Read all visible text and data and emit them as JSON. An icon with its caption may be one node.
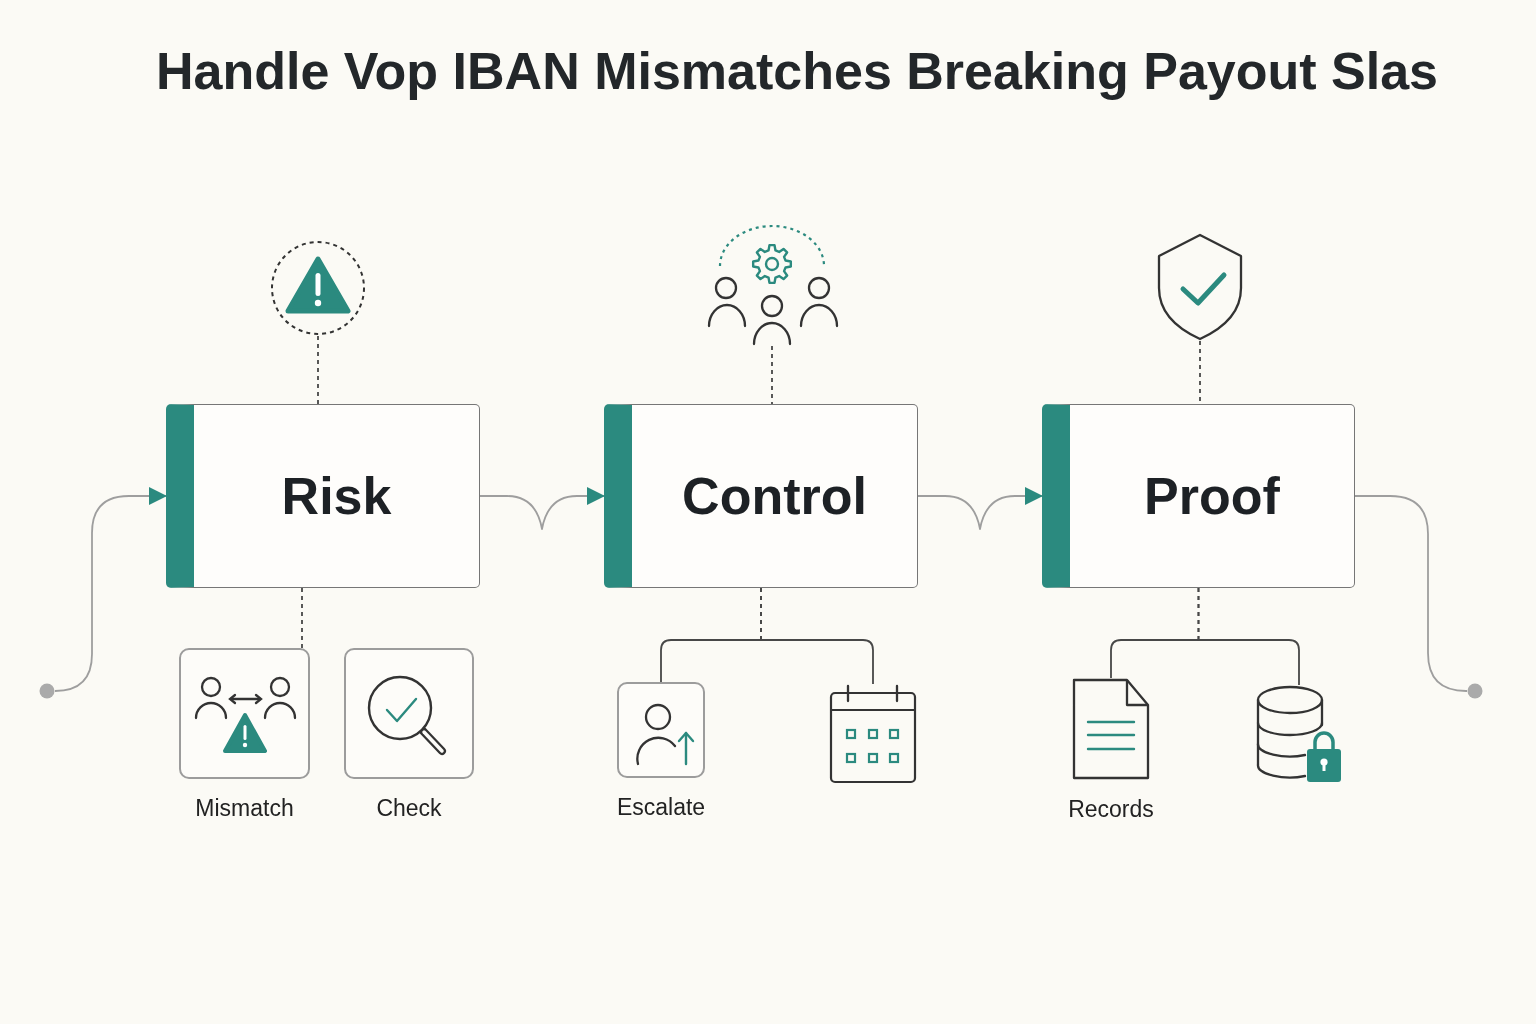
{
  "diagram": {
    "title": "Handle Vop IBAN Mismatches Breaking Payout Slas",
    "nodes": [
      {
        "text": [],
        "shape": "picture"
      },
      {
        "text": [],
        "shape": "picture"
      },
      {
        "text": [],
        "shape": "picture"
      },
      {
        "text": [
          "Risk"
        ]
      },
      {
        "text": [
          "Control"
        ]
      },
      {
        "text": [
          "Proof"
        ]
      },
      {
        "text": [],
        "shape": "circle"
      },
      {
        "text": [],
        "shape": "picture",
        "beside": [
          "Mismatch"
        ]
      },
      {
        "text": [],
        "shape": "picture",
        "beside": [
          "Check"
        ]
      },
      {
        "text": [],
        "shape": "picture",
        "beside": [
          "Escalate"
        ]
      },
      {
        "text": [],
        "shape": "picture"
      },
      {
        "text": [],
        "shape": "picture",
        "beside": [
          "Records"
        ]
      },
      {
        "text": [],
        "shape": "picture"
      },
      {
        "text": [],
        "shape": "circle"
      }
    ],
    "edges": [
      {
        "from": 6,
        "to": 3,
        "arrow": "to",
        "color": "#9e9e9e"
      },
      {
        "from": 3,
        "to": 4,
        "arrow": "to",
        "color": "#9e9e9e"
      },
      {
        "from": 4,
        "to": 5,
        "arrow": "to",
        "color": "#9e9e9e"
      },
      {
        "from": 5,
        "to": 13,
        "arrow": "none",
        "color": "#9e9e9e"
      },
      {
        "from": 0,
        "to": 3,
        "arrow": "none",
        "style": "dashed"
      },
      {
        "from": 1,
        "to": 4,
        "arrow": "none",
        "style": "dashed"
      },
      {
        "from": 2,
        "to": 5,
        "arrow": "none",
        "style": "dashed"
      },
      {
        "from": 3,
        "to": 7,
        "arrow": "none",
        "style": "dashed"
      },
      {
        "from": 4,
        "to": 9,
        "arrow": "none",
        "style": "dashed"
      },
      {
        "from": 4,
        "to": 10,
        "arrow": "none",
        "style": "dashed"
      },
      {
        "from": 5,
        "to": 11,
        "arrow": "none",
        "style": "dashed"
      },
      {
        "from": 5,
        "to": 12,
        "arrow": "none",
        "style": "dashed"
      }
    ]
  }
}
